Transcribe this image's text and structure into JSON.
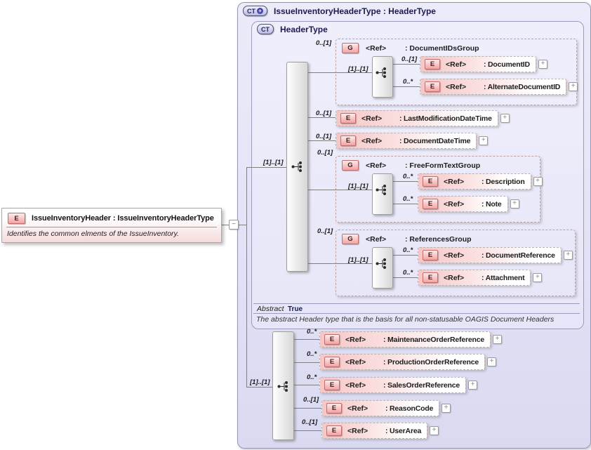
{
  "ui": {
    "plus": "+",
    "minus": "−",
    "ref": "<Ref>"
  },
  "colors": {
    "container_fill": "#e6e6f8",
    "container_border": "#9696b4",
    "element_fill_pink": "#f6c6c6",
    "element_icon_border": "#bd6e6e",
    "title_text": "#1b1b4d",
    "connector_line": "#7f7f7f"
  },
  "left_element": {
    "icon": "E",
    "title": "IssueInventoryHeader : IssueInventoryHeaderType",
    "annotation": "Identifies the common elments of the IssueInventory."
  },
  "container": {
    "icon": "CT",
    "title": "IssueInventoryHeaderType : HeaderType"
  },
  "header_type": {
    "icon": "CT",
    "title": "HeaderType",
    "sequence_card": "[1]..[1]",
    "abstract_label": "Abstract",
    "abstract_value": "True",
    "footer_note": "The abstract Header type that is the basis for all non-statusable OAGIS Document Headers",
    "children": [
      {
        "kind": "group",
        "icon": "G",
        "card": "0..[1]",
        "seq_card": "[1]..[1]",
        "name": ": DocumentIDsGroup",
        "children": [
          {
            "icon": "E",
            "card": "0..[1]",
            "name": ": DocumentID"
          },
          {
            "icon": "E",
            "card": "0..*",
            "name": ": AlternateDocumentID"
          }
        ]
      },
      {
        "kind": "element",
        "icon": "E",
        "card": "0..[1]",
        "name": ": LastModificationDateTime"
      },
      {
        "kind": "element",
        "icon": "E",
        "card": "0..[1]",
        "name": ": DocumentDateTime"
      },
      {
        "kind": "group",
        "icon": "G",
        "card": "0..[1]",
        "seq_card": "[1]..[1]",
        "name": ": FreeFormTextGroup",
        "children": [
          {
            "icon": "E",
            "card": "0..*",
            "name": ": Description"
          },
          {
            "icon": "E",
            "card": "0..*",
            "name": ": Note"
          }
        ]
      },
      {
        "kind": "group",
        "icon": "G",
        "card": "0..[1]",
        "seq_card": "[1]..[1]",
        "name": ": ReferencesGroup",
        "children": [
          {
            "icon": "E",
            "card": "0..*",
            "name": ": DocumentReference"
          },
          {
            "icon": "E",
            "card": "0..*",
            "name": ": Attachment"
          }
        ]
      }
    ]
  },
  "extension": {
    "sequence_card": "[1]..[1]",
    "children": [
      {
        "icon": "E",
        "card": "0..*",
        "name": ": MaintenanceOrderReference"
      },
      {
        "icon": "E",
        "card": "0..*",
        "name": ": ProductionOrderReference"
      },
      {
        "icon": "E",
        "card": "0..*",
        "name": ": SalesOrderReference"
      },
      {
        "icon": "E",
        "card": "0..[1]",
        "name": ": ReasonCode"
      },
      {
        "icon": "E",
        "card": "0..[1]",
        "name": ": UserArea"
      }
    ]
  }
}
